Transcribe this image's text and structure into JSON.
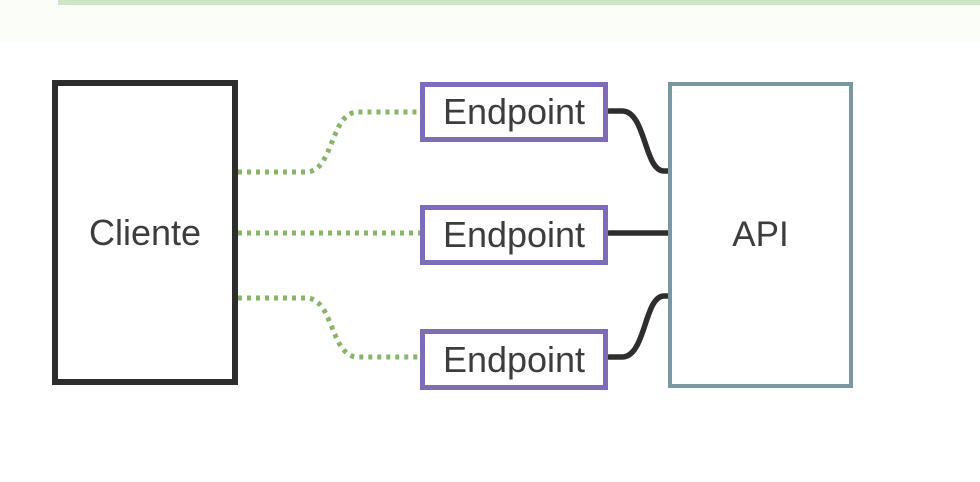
{
  "diagram": {
    "client": {
      "label": "Cliente"
    },
    "endpoints": [
      {
        "label": "Endpoint"
      },
      {
        "label": "Endpoint"
      },
      {
        "label": "Endpoint"
      }
    ],
    "api": {
      "label": "API"
    }
  },
  "connectors": {
    "client_to_endpoints_style": "green-dotted",
    "endpoints_to_api_style": "black-solid"
  },
  "colors": {
    "top_bar": "#cfe5c3",
    "top_tint": "#fbfdf8",
    "client_border": "#2d2d2d",
    "endpoint_border": "#7e6cb8",
    "api_border": "#7b97a2",
    "green_connector": "#85b565",
    "black_connector": "#2e2e2e",
    "text": "#3d3d3d"
  }
}
